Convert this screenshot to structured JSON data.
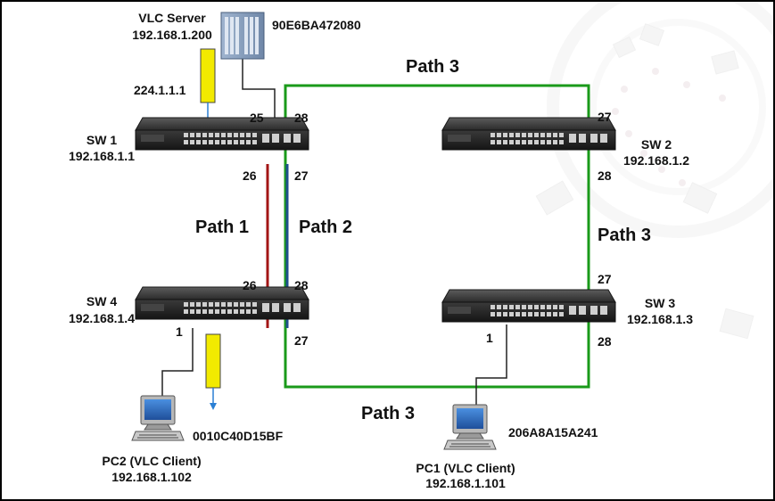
{
  "server": {
    "title": "VLC Server",
    "ip": "192.168.1.200",
    "mac": "90E6BA472080"
  },
  "multicast": {
    "group": "224.1.1.1"
  },
  "switches": {
    "sw1": {
      "name": "SW 1",
      "ip": "192.168.1.1"
    },
    "sw2": {
      "name": "SW 2",
      "ip": "192.168.1.2"
    },
    "sw3": {
      "name": "SW 3",
      "ip": "192.168.1.3"
    },
    "sw4": {
      "name": "SW 4",
      "ip": "192.168.1.4"
    }
  },
  "ports": {
    "sw1_25": "25",
    "sw1_28": "28",
    "sw1_26": "26",
    "sw1_27": "27",
    "sw2_27": "27",
    "sw2_28": "28",
    "sw3_27": "27",
    "sw3_28": "28",
    "sw3_1": "1",
    "sw4_26": "26",
    "sw4_28": "28",
    "sw4_27": "27",
    "sw4_1": "1"
  },
  "paths": {
    "path1": "Path 1",
    "path2": "Path 2",
    "path3_top": "Path 3",
    "path3_right": "Path 3",
    "path3_bottom": "Path 3"
  },
  "clients": {
    "pc2": {
      "name": "PC2 (VLC Client)",
      "ip": "192.168.1.102",
      "mac": "0010C40D15BF"
    },
    "pc1": {
      "name": "PC1 (VLC Client)",
      "ip": "192.168.1.101",
      "mac": "206A8A15A241"
    }
  },
  "colors": {
    "path1": "#a31515",
    "path2": "#1f4e8c",
    "path3": "#1a9a1a",
    "stream": "#f2ea00",
    "arrow": "#2a7fd4"
  }
}
